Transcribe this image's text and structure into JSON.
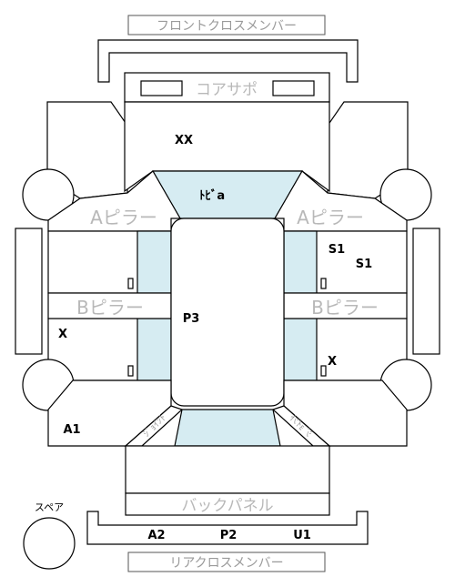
{
  "labels": {
    "front_cross_member": "フロントクロスメンバー",
    "core_support": "コアサポ",
    "a_pillar_left": "Aピラー",
    "a_pillar_right": "Aピラー",
    "b_pillar_left": "Bピラー",
    "b_pillar_right": "Bピラー",
    "back_panel": "バックパネル",
    "rear_cross_member": "リアクロスメンバー",
    "spare": "スペア",
    "rear_left_corner": "ｼﾞｮｲﾝﾄ",
    "rear_right_corner": "ｼﾞｮｲﾝﾄ"
  },
  "marks": {
    "hood": "XX",
    "roof_front": "ﾄﾋﾞa",
    "right_door_front_1": "S1",
    "right_door_front_2": "S1",
    "roof": "P3",
    "left_rear_door": "X",
    "right_rear_door": "X",
    "left_quarter": "A1",
    "rear_left": "A2",
    "rear_center": "P2",
    "rear_right": "U1"
  }
}
